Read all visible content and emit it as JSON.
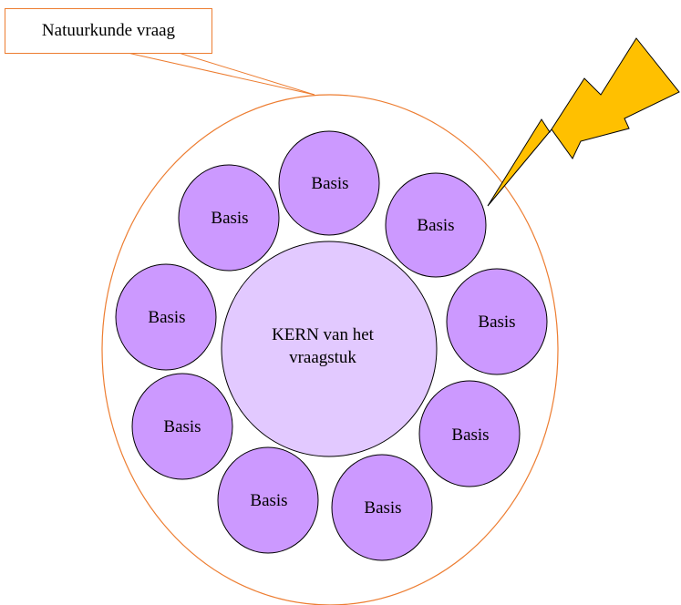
{
  "callout": {
    "label": "Natuurkunde vraag"
  },
  "core": {
    "line1": "KERN van het",
    "line2": "vraagstuk"
  },
  "basis_items": [
    {
      "label": "Basis"
    },
    {
      "label": "Basis"
    },
    {
      "label": "Basis"
    },
    {
      "label": "Basis"
    },
    {
      "label": "Basis"
    },
    {
      "label": "Basis"
    },
    {
      "label": "Basis"
    },
    {
      "label": "Basis"
    },
    {
      "label": "Basis"
    }
  ],
  "colors": {
    "outline_orange": "#ed7d31",
    "basis_fill": "#cc99ff",
    "core_fill": "#e2c9ff",
    "lightning_fill": "#ffc000"
  }
}
